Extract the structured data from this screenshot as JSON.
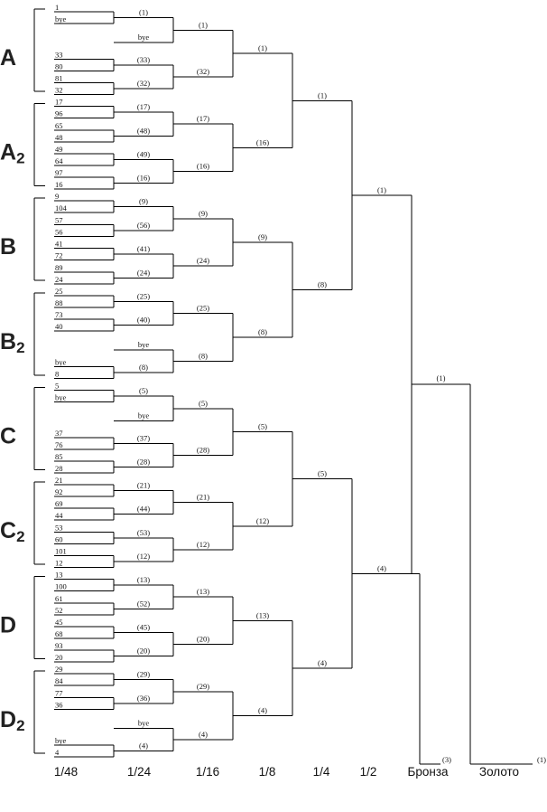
{
  "groups": [
    {
      "letter": "A",
      "sub": ""
    },
    {
      "letter": "A",
      "sub": "2"
    },
    {
      "letter": "B",
      "sub": ""
    },
    {
      "letter": "B",
      "sub": "2"
    },
    {
      "letter": "C",
      "sub": ""
    },
    {
      "letter": "C",
      "sub": "2"
    },
    {
      "letter": "D",
      "sub": ""
    },
    {
      "letter": "D",
      "sub": "2"
    }
  ],
  "round_1_48": [
    [
      "1",
      "bye"
    ],
    [
      "33",
      "80"
    ],
    [
      "81",
      "32"
    ],
    [
      "17",
      "96"
    ],
    [
      "65",
      "48"
    ],
    [
      "49",
      "64"
    ],
    [
      "97",
      "16"
    ],
    [
      "9",
      "104"
    ],
    [
      "57",
      "56"
    ],
    [
      "41",
      "72"
    ],
    [
      "89",
      "24"
    ],
    [
      "25",
      "88"
    ],
    [
      "73",
      "40"
    ],
    [
      "bye",
      "8"
    ],
    [
      "5",
      "bye"
    ],
    [
      "37",
      "76"
    ],
    [
      "85",
      "28"
    ],
    [
      "21",
      "92"
    ],
    [
      "69",
      "44"
    ],
    [
      "53",
      "60"
    ],
    [
      "101",
      "12"
    ],
    [
      "13",
      "100"
    ],
    [
      "61",
      "52"
    ],
    [
      "45",
      "68"
    ],
    [
      "93",
      "20"
    ],
    [
      "29",
      "84"
    ],
    [
      "77",
      "36"
    ],
    [
      "bye",
      "4"
    ]
  ],
  "round_1_24": [
    {
      "top": "(1)",
      "bottom": "bye"
    },
    {
      "top": "(33)",
      "bottom": "(32)"
    },
    {
      "top": "(17)",
      "bottom": "(48)"
    },
    {
      "top": "(49)",
      "bottom": "(16)"
    },
    {
      "top": "(9)",
      "bottom": "(56)"
    },
    {
      "top": "(41)",
      "bottom": "(24)"
    },
    {
      "top": "(25)",
      "bottom": "(40)"
    },
    {
      "top": "bye",
      "bottom": "(8)"
    },
    {
      "top": "(5)",
      "bottom": "bye"
    },
    {
      "top": "(37)",
      "bottom": "(28)"
    },
    {
      "top": "(21)",
      "bottom": "(44)"
    },
    {
      "top": "(53)",
      "bottom": "(12)"
    },
    {
      "top": "(13)",
      "bottom": "(52)"
    },
    {
      "top": "(45)",
      "bottom": "(20)"
    },
    {
      "top": "(29)",
      "bottom": "(36)"
    },
    {
      "top": "bye",
      "bottom": "(4)"
    }
  ],
  "round_1_16": [
    "(1)",
    "(32)",
    "(17)",
    "(16)",
    "(9)",
    "(24)",
    "(25)",
    "(8)",
    "(5)",
    "(28)",
    "(21)",
    "(12)",
    "(13)",
    "(20)",
    "(29)",
    "(4)"
  ],
  "round_1_8": [
    "(1)",
    "(16)",
    "(9)",
    "(8)",
    "(5)",
    "(12)",
    "(13)",
    "(4)"
  ],
  "round_1_4": [
    "(1)",
    "(8)",
    "(5)",
    "(4)"
  ],
  "round_1_2": [
    "(1)",
    "(4)"
  ],
  "final": "(1)",
  "bronze": "(3)",
  "gold": "(1)",
  "round_labels": [
    "1/48",
    "1/24",
    "1/16",
    "1/8",
    "1/4",
    "1/2",
    "Бронза",
    "Золото"
  ]
}
